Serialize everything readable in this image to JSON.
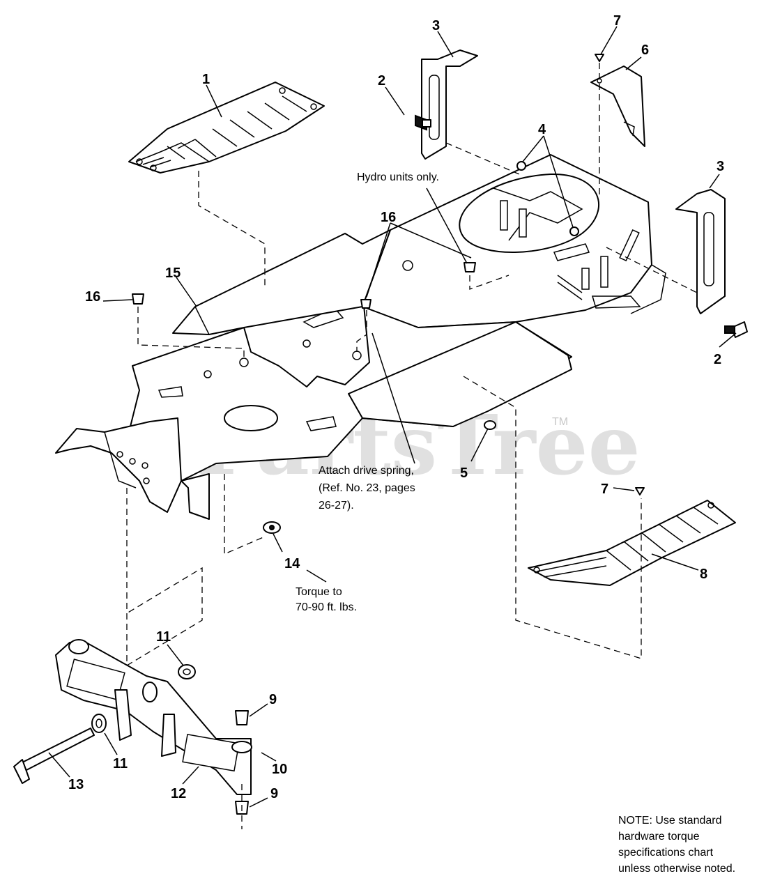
{
  "watermark": {
    "text": "PartsTree",
    "tm": "TM"
  },
  "callouts": [
    {
      "id": "c1",
      "label": "1"
    },
    {
      "id": "c2a",
      "label": "2"
    },
    {
      "id": "c2b",
      "label": "2"
    },
    {
      "id": "c3a",
      "label": "3"
    },
    {
      "id": "c3b",
      "label": "3"
    },
    {
      "id": "c4",
      "label": "4"
    },
    {
      "id": "c5",
      "label": "5"
    },
    {
      "id": "c6",
      "label": "6"
    },
    {
      "id": "c7a",
      "label": "7"
    },
    {
      "id": "c7b",
      "label": "7"
    },
    {
      "id": "c8",
      "label": "8"
    },
    {
      "id": "c9a",
      "label": "9"
    },
    {
      "id": "c9b",
      "label": "9"
    },
    {
      "id": "c10",
      "label": "10"
    },
    {
      "id": "c11a",
      "label": "11"
    },
    {
      "id": "c11b",
      "label": "11"
    },
    {
      "id": "c12",
      "label": "12"
    },
    {
      "id": "c13",
      "label": "13"
    },
    {
      "id": "c14",
      "label": "14"
    },
    {
      "id": "c15",
      "label": "15"
    },
    {
      "id": "c16a",
      "label": "16"
    },
    {
      "id": "c16b",
      "label": "16"
    }
  ],
  "annotations": {
    "hydro": "Hydro units only.",
    "drive_spring": [
      "Attach drive spring,",
      "(Ref. No. 23, pages",
      "26-27)."
    ],
    "torque": [
      "Torque to",
      "70-90 ft. lbs."
    ]
  },
  "note": [
    "NOTE:  Use standard",
    "hardware torque",
    "specifications chart",
    "unless otherwise noted."
  ]
}
